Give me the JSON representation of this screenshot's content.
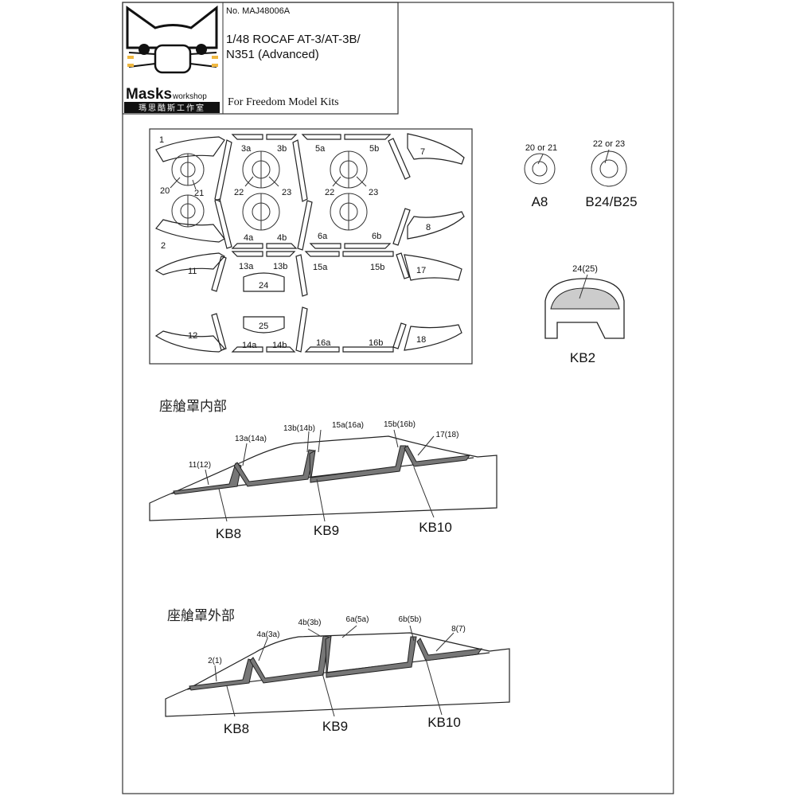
{
  "header": {
    "product_no": "No. MAJ48006A",
    "title_line1": "1/48 ROCAF AT-3/AT-3B/",
    "title_line2": "N351 (Advanced)",
    "brand": "Masks",
    "brand_suffix": "workshop",
    "brand_cjk": "瑪思酷斯工作室",
    "tagline": "For Freedom Model Kits"
  },
  "mask_sheet": {
    "labels": {
      "m1": "1",
      "m2": "2",
      "m3a": "3a",
      "m3b": "3b",
      "m4a": "4a",
      "m4b": "4b",
      "m5a": "5a",
      "m5b": "5b",
      "m6a": "6a",
      "m6b": "6b",
      "m7": "7",
      "m8": "8",
      "m11": "11",
      "m12": "12",
      "m13a": "13a",
      "m13b": "13b",
      "m14a": "14a",
      "m14b": "14b",
      "m15a": "15a",
      "m15b": "15b",
      "m16a": "16a",
      "m16b": "16b",
      "m17": "17",
      "m18": "18",
      "m20": "20",
      "m21": "21",
      "m22a": "22",
      "m23a": "23",
      "m22b": "22",
      "m23b": "23",
      "m24": "24",
      "m25": "25"
    }
  },
  "wheel_masks": [
    {
      "caption": "20 or 21",
      "name": "A8"
    },
    {
      "caption": "22 or 23",
      "name": "B24/B25"
    }
  ],
  "kb2": {
    "caption": "24(25)",
    "name": "KB2"
  },
  "canopy_inner": {
    "title": "座艙罩内部",
    "callouts": [
      "11(12)",
      "13a(14a)",
      "13b(14b)",
      "15a(16a)",
      "15b(16b)",
      "17(18)"
    ],
    "parts": [
      "KB8",
      "KB9",
      "KB10"
    ]
  },
  "canopy_outer": {
    "title": "座艙罩外部",
    "callouts": [
      "2(1)",
      "4a(3a)",
      "4b(3b)",
      "6a(5a)",
      "6b(5b)",
      "8(7)"
    ],
    "parts": [
      "KB8",
      "KB9",
      "KB10"
    ]
  }
}
